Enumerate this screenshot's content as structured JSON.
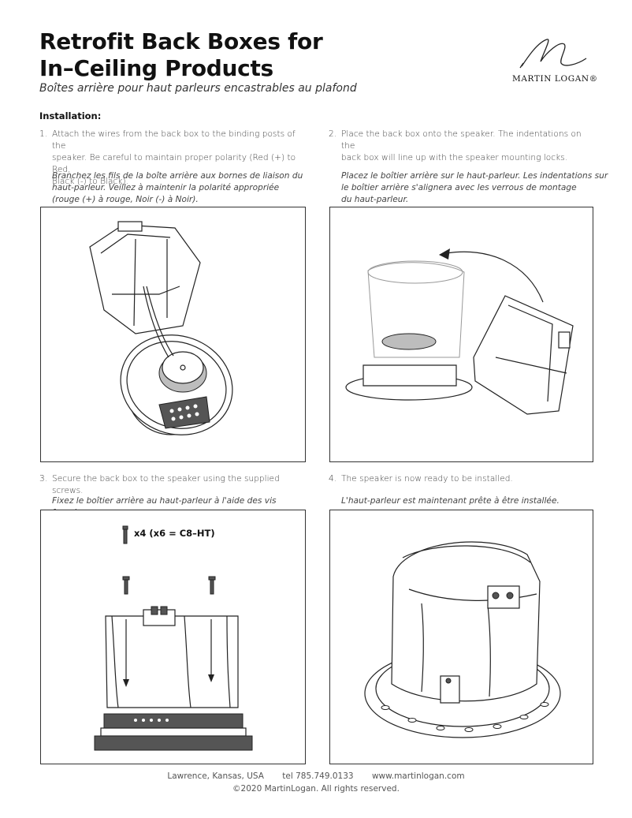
{
  "title_line1": "Retrofit Back Boxes for",
  "title_line2": "In–Ceiling Products",
  "subtitle": "Boîtes arrière pour haut parleurs encastrables au plafond",
  "logo_text": "MARTIN LOGAN®",
  "section": "Installation:",
  "steps": [
    {
      "num": "1.",
      "en_lines": [
        "Attach the wires from the back box to the binding posts of the",
        "speaker. Be careful to maintain proper polarity (Red (+) to Red,",
        "Black (-) to Black)."
      ],
      "fr_lines": [
        "Branchez les fils de la boîte arrière aux bornes de liaison du",
        "haut-parleur. Veillez à maintenir la polarité appropriée",
        "(rouge (+) à rouge, Noir (-) à Noir)."
      ]
    },
    {
      "num": "2.",
      "en_lines": [
        "Place the back box onto the speaker. The indentations on the",
        "back box will line up with the speaker mounting locks."
      ],
      "fr_lines": [
        "Placez le boîtier arrière sur le haut-parleur. Les indentations sur",
        "le boîtier arrière s'alignera avec les verrous de montage",
        "du haut-parleur."
      ]
    },
    {
      "num": "3.",
      "en_lines": [
        "Secure the back box to the speaker using the supplied screws."
      ],
      "fr_lines": [
        "Fixez le boîtier arrière au haut-parleur à l'aide des vis fournies."
      ]
    },
    {
      "num": "4.",
      "en_lines": [
        "The speaker is now ready to be installed."
      ],
      "fr_lines": [
        "L'haut-parleur est maintenant prête à être installée."
      ]
    }
  ],
  "screw_label": "x4 (x6 = C8–HT)",
  "footer": {
    "location": "Lawrence, Kansas, USA",
    "tel": "tel 785.749.0133",
    "web": "www.martinlogan.com",
    "copyright": "©2020 MartinLogan. All rights reserved."
  }
}
